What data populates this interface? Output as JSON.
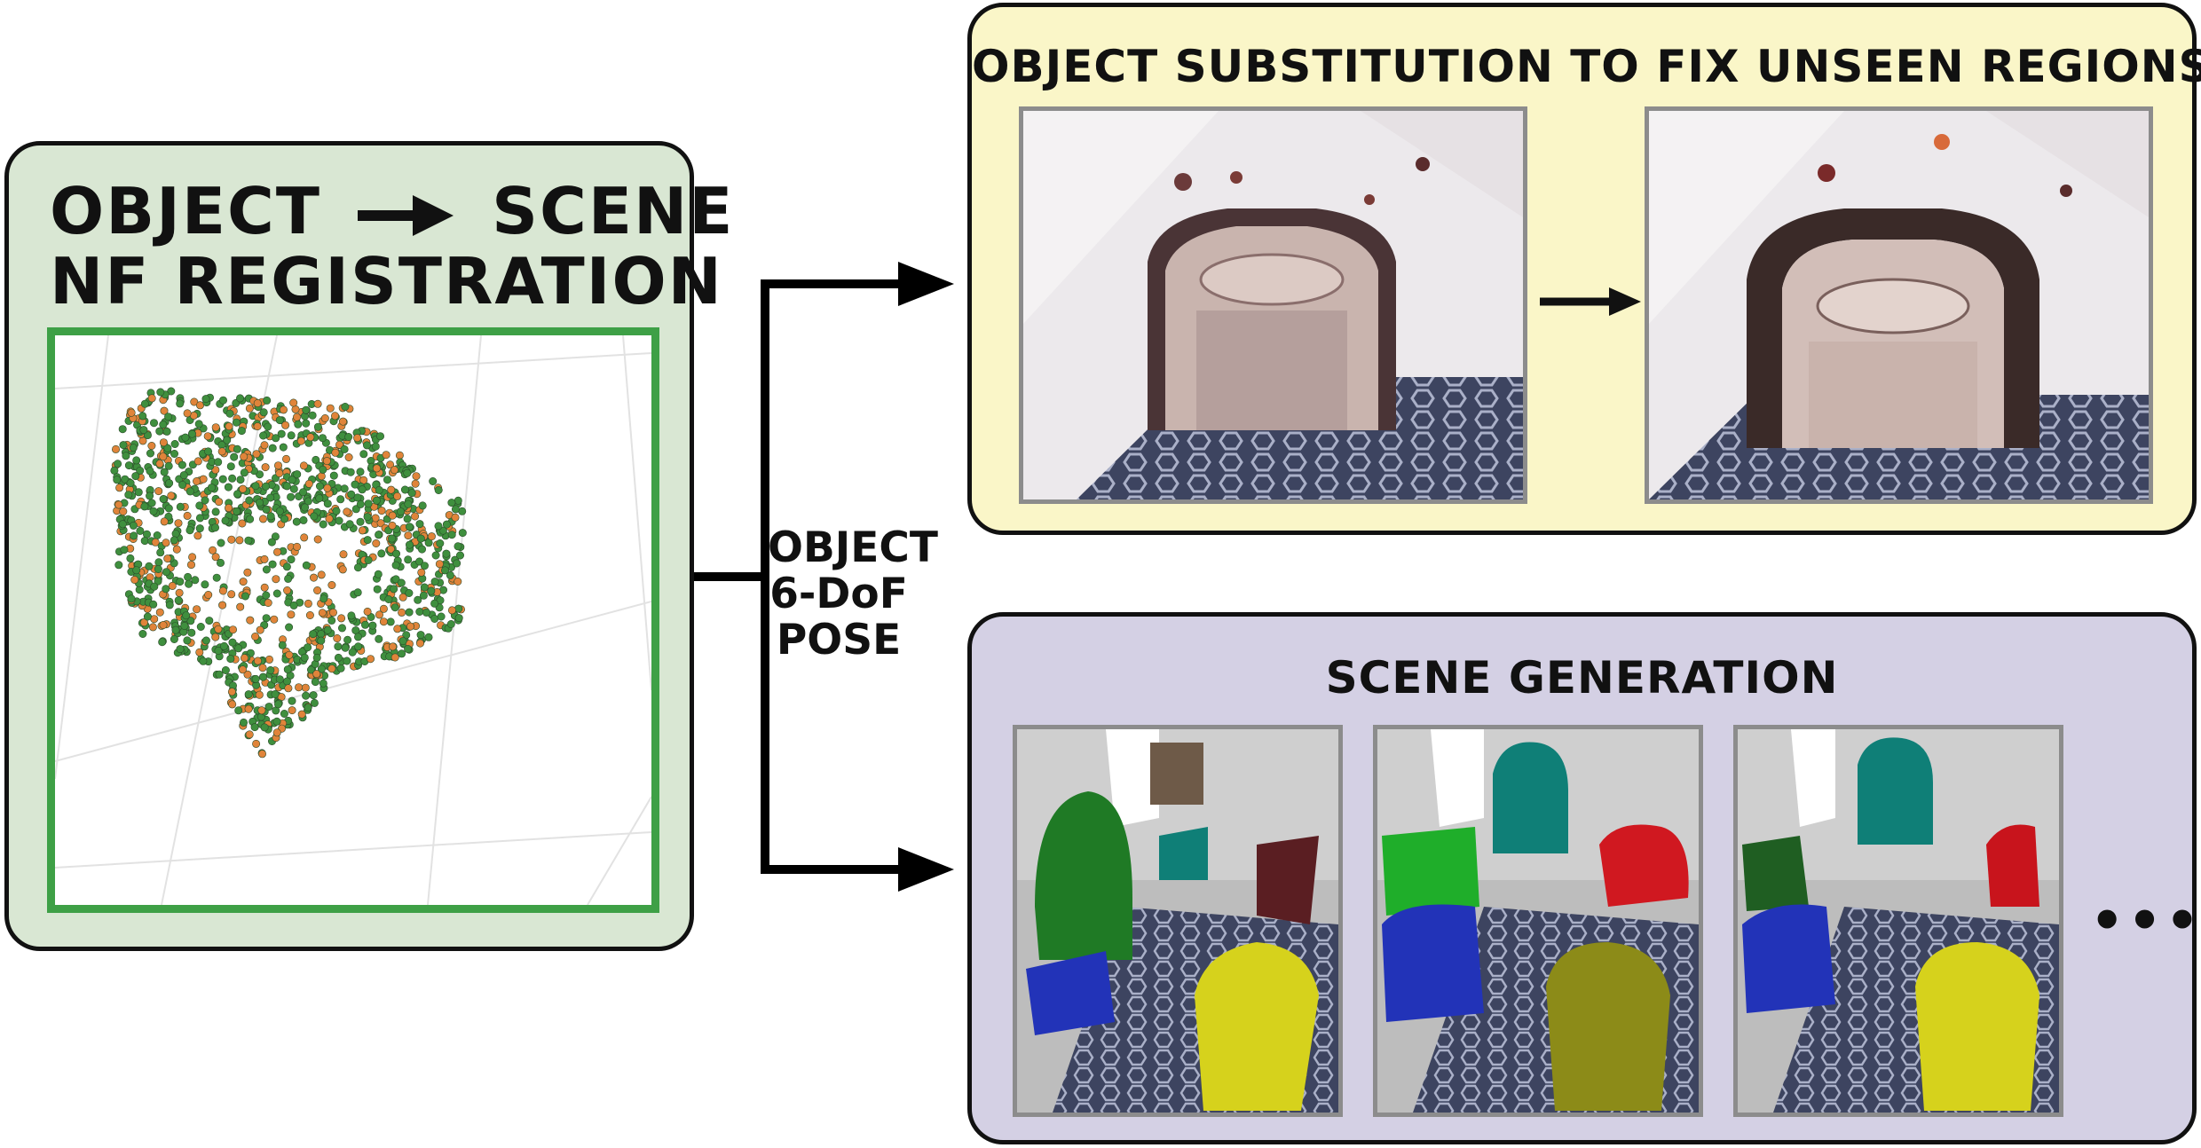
{
  "registration": {
    "title_left": "OBJECT",
    "title_right": "SCENE",
    "title_line2": "NF REGISTRATION",
    "arrow_icon": "right-arrow-icon",
    "point_colors": {
      "green": "#3f8f3e",
      "orange": "#e0843a"
    },
    "frame_color": "#3ea046",
    "background": "#d9e7d3"
  },
  "pose_label": [
    "OBJECT",
    "6-DoF",
    "POSE"
  ],
  "substitution": {
    "title": "OBJECT SUBSTITUTION TO FIX UNSEEN REGIONS",
    "background": "#faf6c8"
  },
  "generation": {
    "title": "SCENE GENERATION",
    "more_indicator": "•••",
    "background": "#d4d0e4",
    "chair_colors": {
      "green": "#1f7a25",
      "teal": "#0f7f77",
      "red": "#c8141c",
      "blue": "#2233b8",
      "yellow": "#d6d21c"
    }
  }
}
